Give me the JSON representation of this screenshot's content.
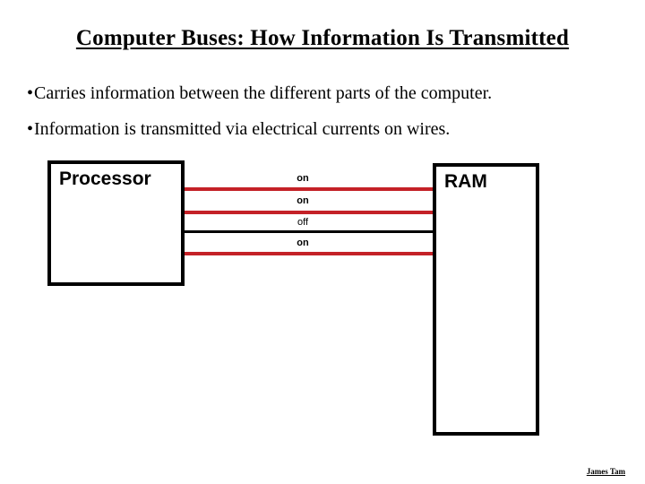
{
  "slide": {
    "title": "Computer Buses: How Information Is Transmitted",
    "bullets": [
      {
        "marker": "•",
        "text": "Carries information between the different parts of the computer."
      },
      {
        "marker": "•",
        "text": "Information is transmitted via electrical currents on wires."
      }
    ],
    "diagram": {
      "processor_label": "Processor",
      "ram_label": "RAM",
      "wires": [
        {
          "label": "on",
          "state": "on"
        },
        {
          "label": "on",
          "state": "on"
        },
        {
          "label": "off",
          "state": "off"
        },
        {
          "label": "on",
          "state": "on"
        }
      ],
      "wire_on_color": "#c42127",
      "wire_off_color": "#000000",
      "box_border_color": "#000000"
    },
    "footer": "James Tam"
  }
}
